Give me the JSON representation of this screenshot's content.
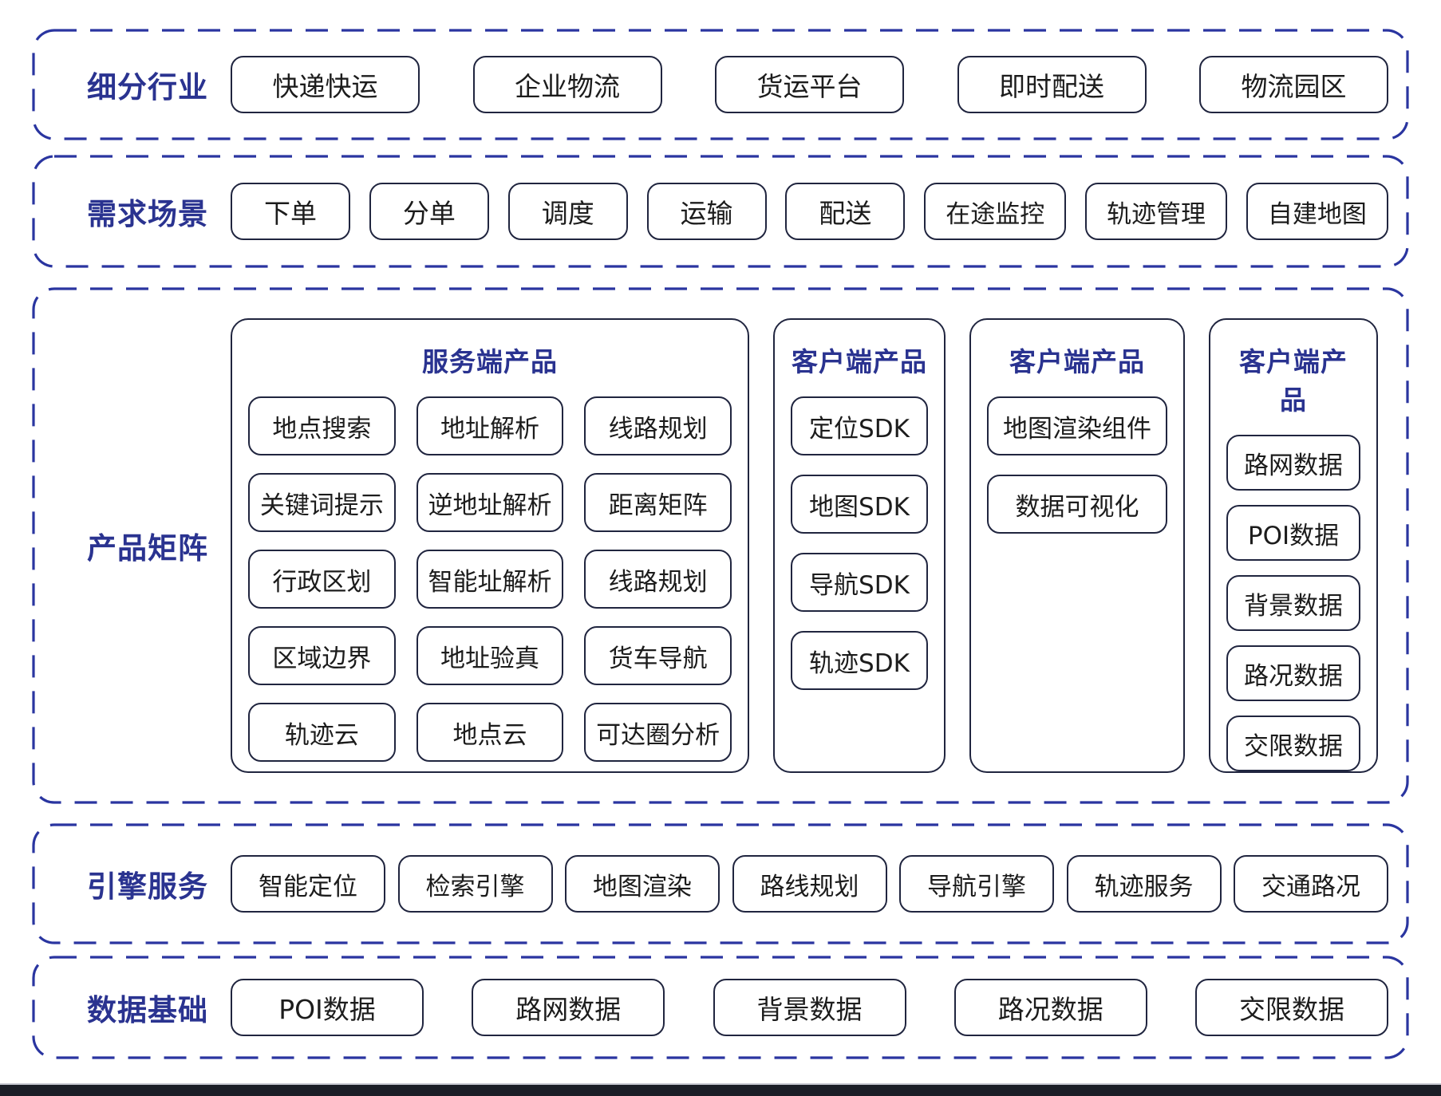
{
  "colors": {
    "dash_blue": "#2A35A0",
    "label_blue": "#2A3390",
    "box_border": "#20253F",
    "box_text": "#1C1C1C",
    "bottom_bar": "#1B1E27",
    "background": "#FFFFFF"
  },
  "sections": {
    "industries": {
      "label": "细分行业",
      "items": [
        "快递快运",
        "企业物流",
        "货运平台",
        "即时配送",
        "物流园区"
      ]
    },
    "scenarios": {
      "label": "需求场景",
      "items": [
        "下单",
        "分单",
        "调度",
        "运输",
        "配送",
        "在途监控",
        "轨迹管理",
        "自建地图"
      ]
    },
    "product_matrix": {
      "label": "产品矩阵",
      "columns": [
        {
          "header": "服务端产品",
          "items": [
            "地点搜索",
            "地址解析",
            "线路规划",
            "关键词提示",
            "逆地址解析",
            "距离矩阵",
            "行政区划",
            "智能址解析",
            "线路规划",
            "区域边界",
            "地址验真",
            "货车导航",
            "轨迹云",
            "地点云",
            "可达圈分析"
          ]
        },
        {
          "header": "客户端产品",
          "items": [
            "定位SDK",
            "地图SDK",
            "导航SDK",
            "轨迹SDK"
          ]
        },
        {
          "header": "客户端产品",
          "items": [
            "地图渲染组件",
            "数据可视化"
          ]
        },
        {
          "header": "客户端产品",
          "items": [
            "路网数据",
            "POI数据",
            "背景数据",
            "路况数据",
            "交限数据"
          ]
        }
      ]
    },
    "engines": {
      "label": "引擎服务",
      "items": [
        "智能定位",
        "检索引擎",
        "地图渲染",
        "路线规划",
        "导航引擎",
        "轨迹服务",
        "交通路况"
      ]
    },
    "data_foundation": {
      "label": "数据基础",
      "items": [
        "POI数据",
        "路网数据",
        "背景数据",
        "路况数据",
        "交限数据"
      ]
    }
  }
}
